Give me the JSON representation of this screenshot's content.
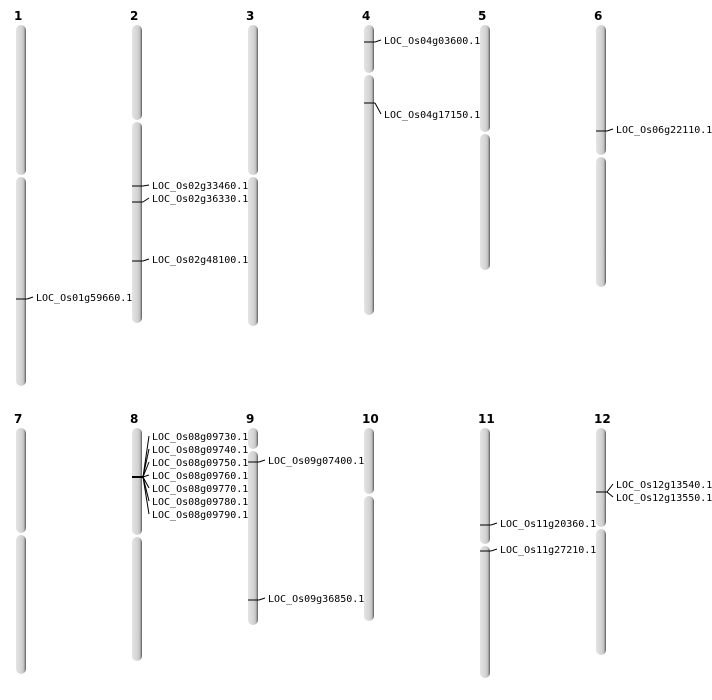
{
  "chromosomes": [
    {
      "name": "1",
      "genes": [
        "LOC_Os01g59660.1"
      ]
    },
    {
      "name": "2",
      "genes": [
        "LOC_Os02g33460.1",
        "LOC_Os02g36330.1",
        "LOC_Os02g48100.1"
      ]
    },
    {
      "name": "3",
      "genes": []
    },
    {
      "name": "4",
      "genes": [
        "LOC_Os04g03600.1",
        "LOC_Os04g17150.1"
      ]
    },
    {
      "name": "5",
      "genes": []
    },
    {
      "name": "6",
      "genes": [
        "LOC_Os06g22110.1"
      ]
    },
    {
      "name": "7",
      "genes": []
    },
    {
      "name": "8",
      "genes": [
        "LOC_Os08g09730.1",
        "LOC_Os08g09740.1",
        "LOC_Os08g09750.1",
        "LOC_Os08g09760.1",
        "LOC_Os08g09770.1",
        "LOC_Os08g09780.1",
        "LOC_Os08g09790.1"
      ]
    },
    {
      "name": "9",
      "genes": [
        "LOC_Os09g07400.1",
        "LOC_Os09g36850.1"
      ]
    },
    {
      "name": "10",
      "genes": []
    },
    {
      "name": "11",
      "genes": [
        "LOC_Os11g20360.1",
        "LOC_Os11g27210.1"
      ]
    },
    {
      "name": "12",
      "genes": [
        "LOC_Os12g13540.1",
        "LOC_Os12g13550.1"
      ]
    }
  ]
}
